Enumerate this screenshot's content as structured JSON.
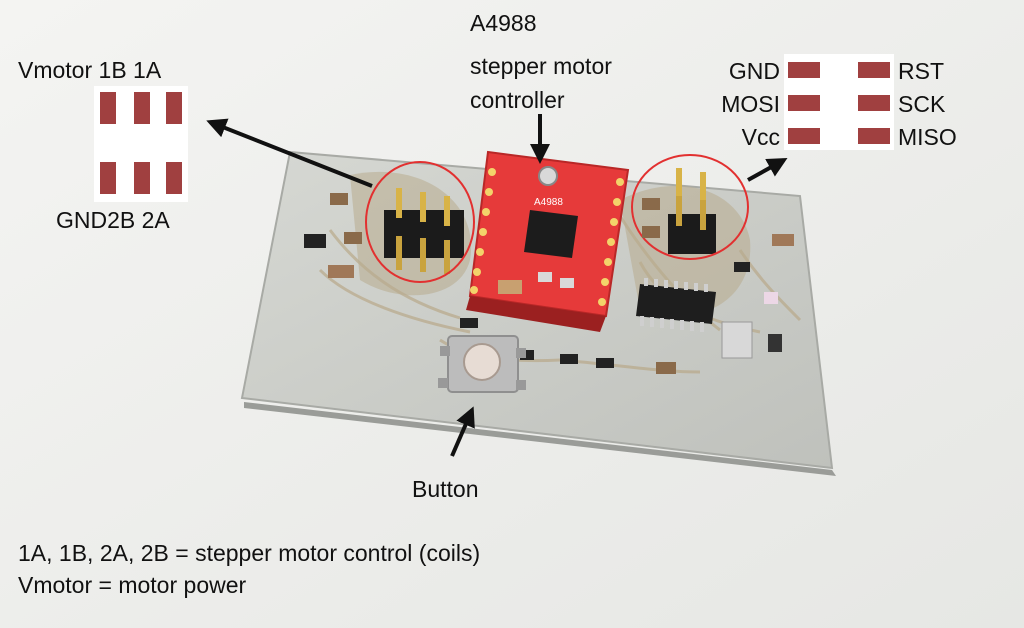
{
  "photo": {
    "board_color": "#c9cbc6",
    "module_color": "#e63a3a",
    "highlight_color": "#e23030",
    "pad_color": "#a04040",
    "module_marking": "A4988",
    "button_icon": "tactile-switch-icon",
    "header_icon": "pin-header-icon"
  },
  "motor_pins": {
    "top_label": "Vmotor 1B 1A",
    "bottom_label": "GND2B 2A"
  },
  "controller_label": {
    "line1": "A4988",
    "line2": "stepper motor",
    "line3": "controller"
  },
  "isp_pins": {
    "left": [
      "GND",
      "MOSI",
      "Vcc"
    ],
    "right": [
      "RST",
      "SCK",
      "MISO"
    ]
  },
  "button_label": "Button",
  "legend": {
    "line1": "1A, 1B, 2A, 2B = stepper motor control (coils)",
    "line2": "Vmotor = motor power"
  }
}
